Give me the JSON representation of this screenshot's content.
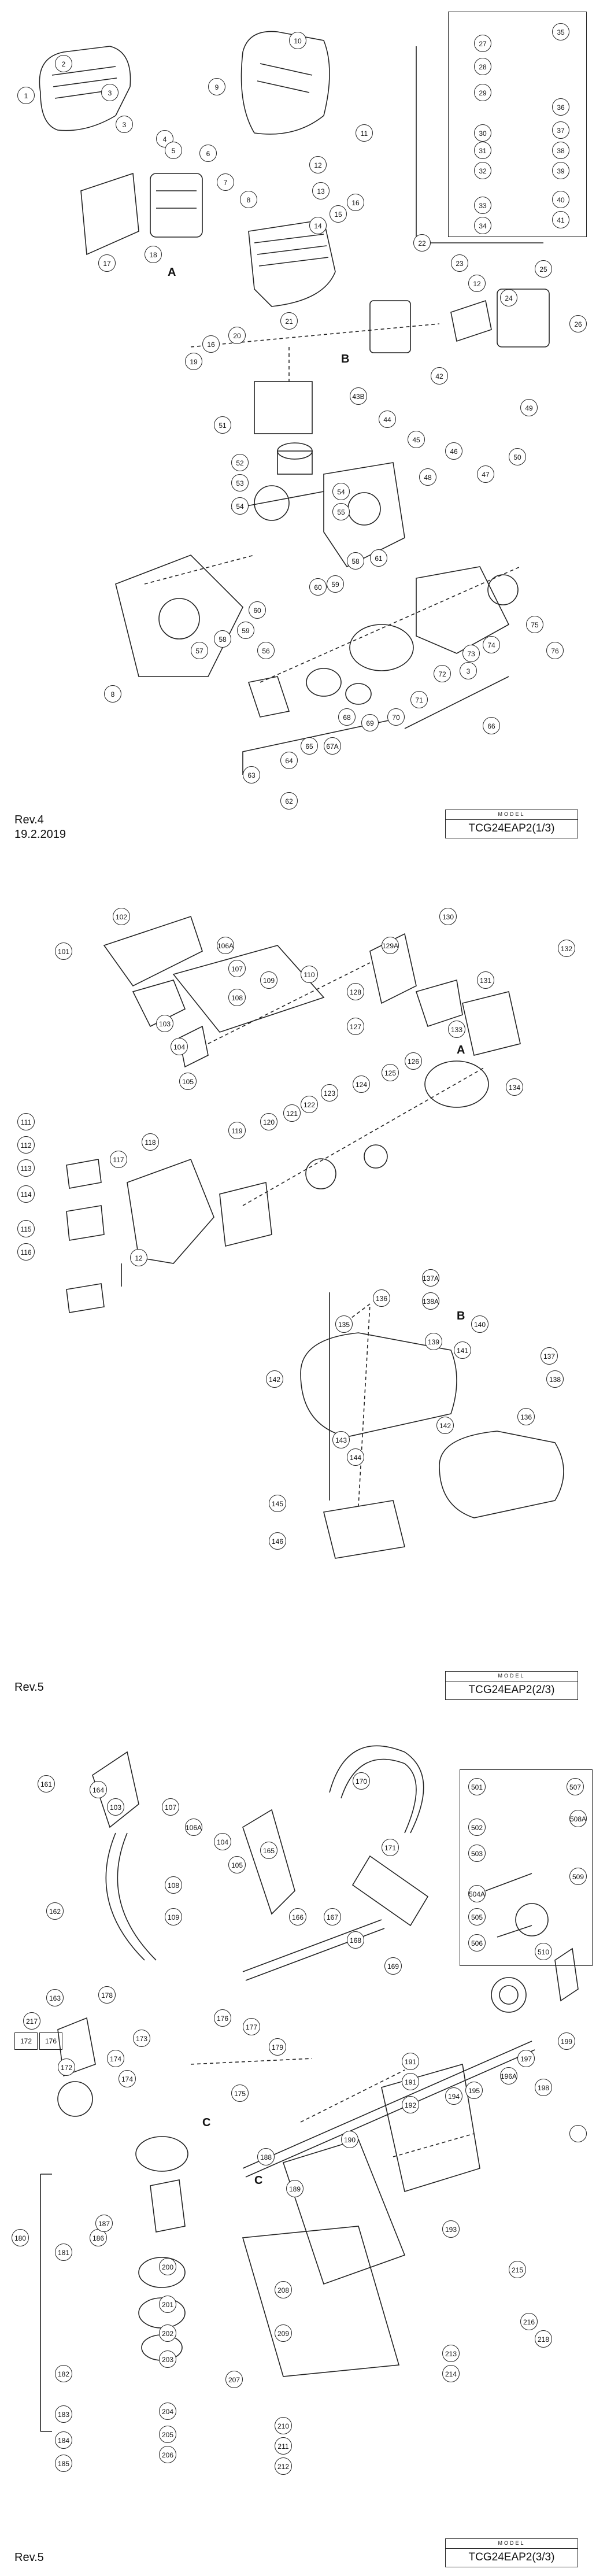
{
  "sheets": [
    {
      "model_label": "MODEL",
      "model": "TCG24EAP2(1/3)",
      "revision": "Rev.4",
      "date": "19.2.2019",
      "reference_letters": [
        "A",
        "B"
      ],
      "callouts": [
        "1",
        "2",
        "3",
        "4",
        "5",
        "6",
        "7",
        "8",
        "9",
        "10",
        "11",
        "12",
        "13",
        "14",
        "15",
        "16",
        "16",
        "17",
        "18",
        "19",
        "20",
        "21",
        "22",
        "23",
        "24",
        "25",
        "26",
        "27",
        "28",
        "29",
        "30",
        "31",
        "32",
        "33",
        "34",
        "35",
        "36",
        "37",
        "38",
        "39",
        "40",
        "41",
        "42",
        "43B",
        "44",
        "45",
        "46",
        "47",
        "48",
        "49",
        "50",
        "51",
        "52",
        "53",
        "54",
        "54",
        "55",
        "56",
        "57",
        "58",
        "58",
        "59",
        "59",
        "60",
        "60",
        "61",
        "62",
        "63",
        "64",
        "65",
        "66",
        "67A",
        "68",
        "69",
        "70",
        "71",
        "72",
        "73",
        "74",
        "75",
        "76",
        "3",
        "8",
        "3",
        "12"
      ]
    },
    {
      "model_label": "MODEL",
      "model": "TCG24EAP2(2/3)",
      "revision": "Rev.5",
      "reference_letters": [
        "A",
        "B"
      ],
      "callouts": [
        "101",
        "102",
        "103",
        "104",
        "105",
        "106A",
        "107",
        "108",
        "109",
        "110",
        "111",
        "112",
        "113",
        "114",
        "115",
        "116",
        "117",
        "118",
        "119",
        "120",
        "121",
        "122",
        "123",
        "124",
        "125",
        "126",
        "127",
        "128",
        "129A",
        "130",
        "131",
        "132",
        "133",
        "134",
        "135",
        "136",
        "136",
        "137",
        "137A",
        "138",
        "138A",
        "139",
        "140",
        "141",
        "142",
        "142",
        "143",
        "144",
        "145",
        "146",
        "12"
      ]
    },
    {
      "model_label": "MODEL",
      "model": "TCG24EAP2(3/3)",
      "revision": "Rev.5",
      "reference_letters": [
        "C",
        "C"
      ],
      "set_number": "217",
      "set_contents": [
        "172",
        "176"
      ],
      "callouts": [
        "161",
        "162",
        "163",
        "164",
        "103",
        "107",
        "106A",
        "104",
        "105",
        "108",
        "109",
        "165",
        "166",
        "167",
        "168",
        "169",
        "170",
        "171",
        "172",
        "173",
        "174",
        "174",
        "175",
        "176",
        "177",
        "178",
        "179",
        "180",
        "181",
        "182",
        "183",
        "184",
        "185",
        "186",
        "187",
        "188",
        "189",
        "190",
        "191",
        "191",
        "192",
        "193",
        "194",
        "195",
        "196A",
        "197",
        "198",
        "199",
        "200",
        "201",
        "202",
        "203",
        "204",
        "205",
        "206",
        "207",
        "208",
        "209",
        "210",
        "211",
        "212",
        "213",
        "214",
        "215",
        "216",
        "218"
      ],
      "accessory_callouts": [
        "501",
        "502",
        "503",
        "504A",
        "505",
        "506",
        "507",
        "508A",
        "509",
        "510"
      ]
    }
  ]
}
